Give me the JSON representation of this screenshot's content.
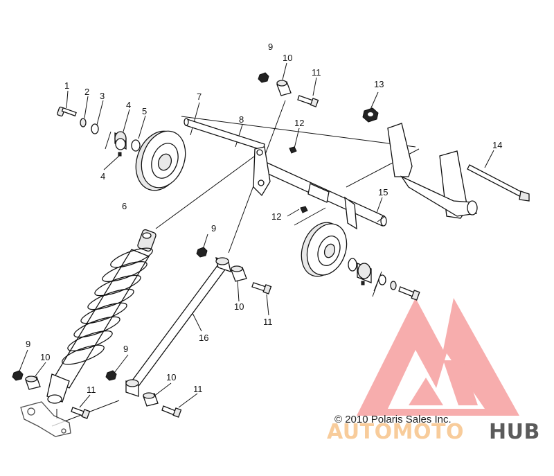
{
  "diagram": {
    "callouts": [
      {
        "id": "c1",
        "text": "1"
      },
      {
        "id": "c2",
        "text": "2"
      },
      {
        "id": "c3",
        "text": "3"
      },
      {
        "id": "c4a",
        "text": "4"
      },
      {
        "id": "c4b",
        "text": "4"
      },
      {
        "id": "c5",
        "text": "5"
      },
      {
        "id": "c6",
        "text": "6"
      },
      {
        "id": "c7",
        "text": "7"
      },
      {
        "id": "c8",
        "text": "8"
      },
      {
        "id": "c9a",
        "text": "9"
      },
      {
        "id": "c10a",
        "text": "10"
      },
      {
        "id": "c11a",
        "text": "11"
      },
      {
        "id": "c12a",
        "text": "12"
      },
      {
        "id": "c12b",
        "text": "12"
      },
      {
        "id": "c13",
        "text": "13"
      },
      {
        "id": "c14",
        "text": "14"
      },
      {
        "id": "c15",
        "text": "15"
      },
      {
        "id": "c9b",
        "text": "9"
      },
      {
        "id": "c10b",
        "text": "10"
      },
      {
        "id": "c11b",
        "text": "11"
      },
      {
        "id": "c16",
        "text": "16"
      },
      {
        "id": "c9c",
        "text": "9"
      },
      {
        "id": "c10c",
        "text": "10"
      },
      {
        "id": "c9d",
        "text": "9"
      },
      {
        "id": "c10d",
        "text": "10"
      },
      {
        "id": "c11c",
        "text": "11"
      },
      {
        "id": "c11d",
        "text": "11"
      }
    ],
    "copyright": "© 2010 Polaris Sales Inc.",
    "watermark": {
      "part1": "AUTOMOTO",
      "part2": "HUB",
      "color_accent": "#f26b6b",
      "color_light": "#f7c48a",
      "color_dark": "#4a4a4a"
    }
  }
}
